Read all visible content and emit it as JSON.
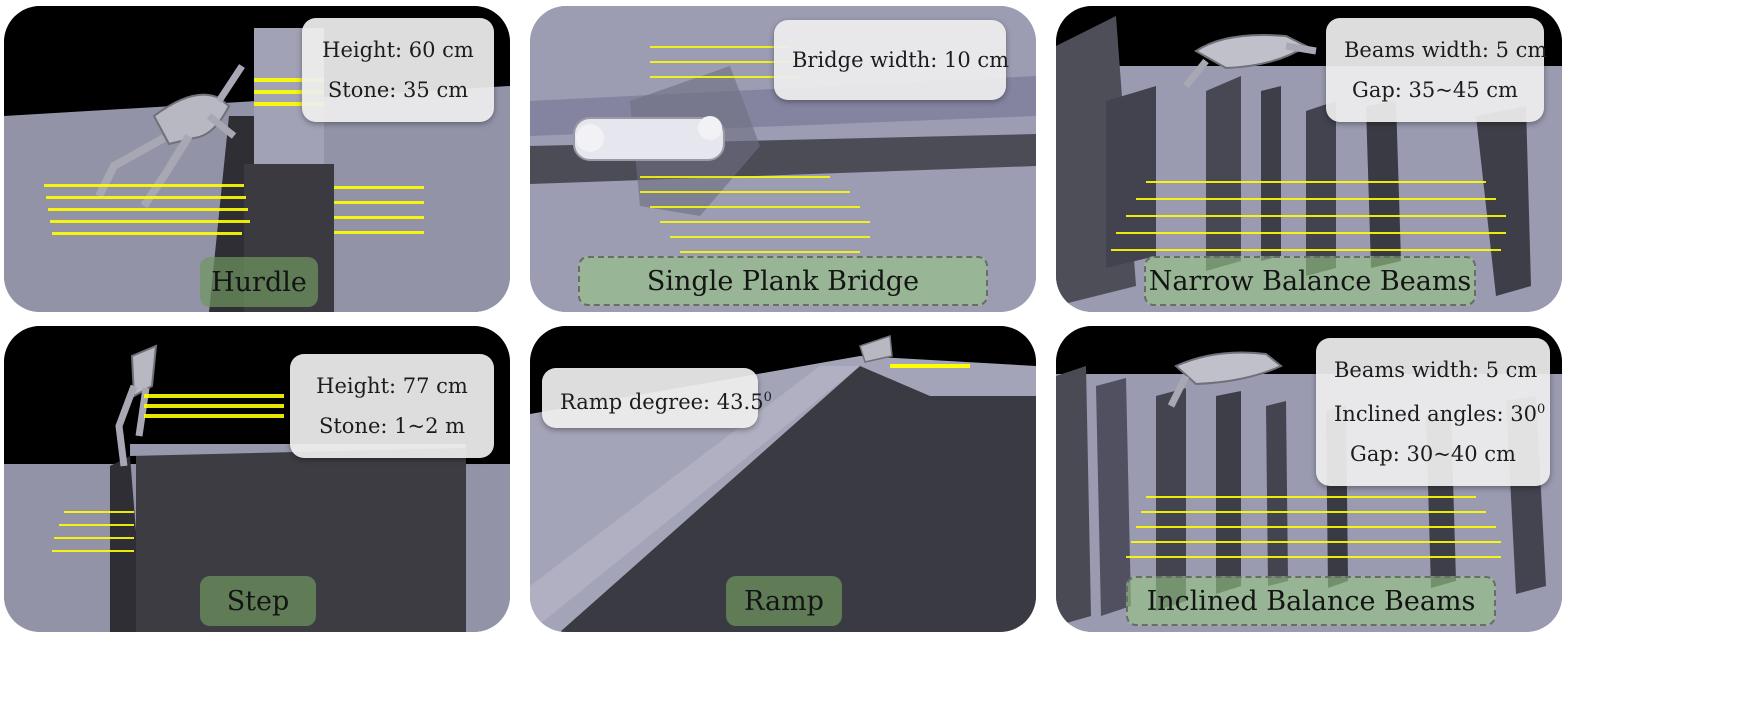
{
  "panels": [
    {
      "title": "Hurdle",
      "info": [
        "Height: 60 cm",
        "Stone: 35 cm"
      ]
    },
    {
      "title": "Single Plank Bridge",
      "info": [
        "Bridge width: 10 cm"
      ]
    },
    {
      "title": "Narrow Balance Beams",
      "info": [
        "Beams width: 5 cm",
        "Gap: 35~45 cm"
      ]
    },
    {
      "title": "Step",
      "info": [
        "Height: 77 cm",
        "Stone: 1~2 m"
      ]
    },
    {
      "title": "Ramp",
      "info": [
        "Ramp degree: 43.5",
        "0"
      ]
    },
    {
      "title": "Inclined Balance Beams",
      "info": [
        "Beams width: 5 cm",
        "Inclined angles: 30",
        "0",
        "Gap: 30~40 cm"
      ]
    }
  ],
  "colors": {
    "marker": "#ffff00",
    "floor": "#8e8ea4",
    "sky": "#000000",
    "block": "#3c3c42",
    "label_bg": "#86b876"
  }
}
